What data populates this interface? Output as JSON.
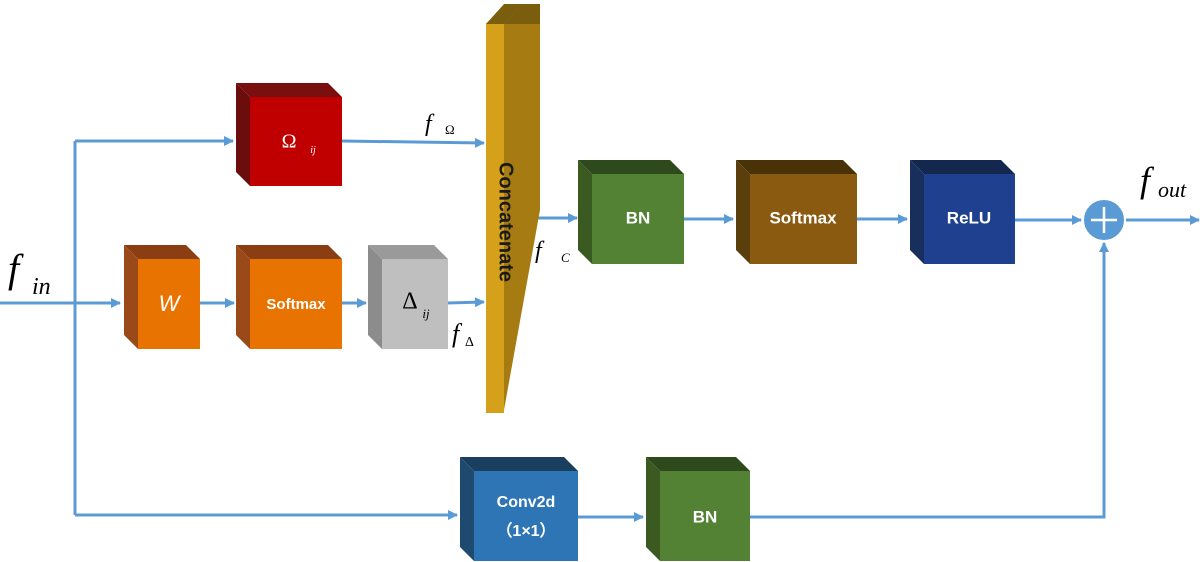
{
  "inputs": {
    "f_in": {
      "base": "f",
      "sub": "in"
    },
    "f_out": {
      "base": "f",
      "sub": "out"
    },
    "f_omega": {
      "base": "f",
      "sub": "Ω"
    },
    "f_delta": {
      "base": "f",
      "sub": "Δ"
    },
    "f_c": {
      "base": "f",
      "sub": "C"
    }
  },
  "blocks": {
    "omega": {
      "main": "Ω",
      "sub": "ij"
    },
    "w": "W",
    "softmax_top": "Softmax",
    "delta": {
      "main": "Δ",
      "sub": "ij"
    },
    "concatenate": "Concatenate",
    "bn_main": "BN",
    "softmax_main": "Softmax",
    "relu": "ReLU",
    "conv2d": "Conv2d",
    "conv2d_kernel": "（1×1）",
    "bn_bottom": "BN"
  },
  "colors": {
    "arrow": "#5b9bd5",
    "omega_face": "#c00000",
    "orange_face": "#e97300",
    "gray_face": "#bfbfbf",
    "concat_face": "#d6a11a",
    "green_face": "#548235",
    "brown_face": "#8a5a10",
    "navy_face": "#1f3f8f",
    "blue_face": "#2e75b6",
    "plus_node": "#5b9bd5"
  }
}
